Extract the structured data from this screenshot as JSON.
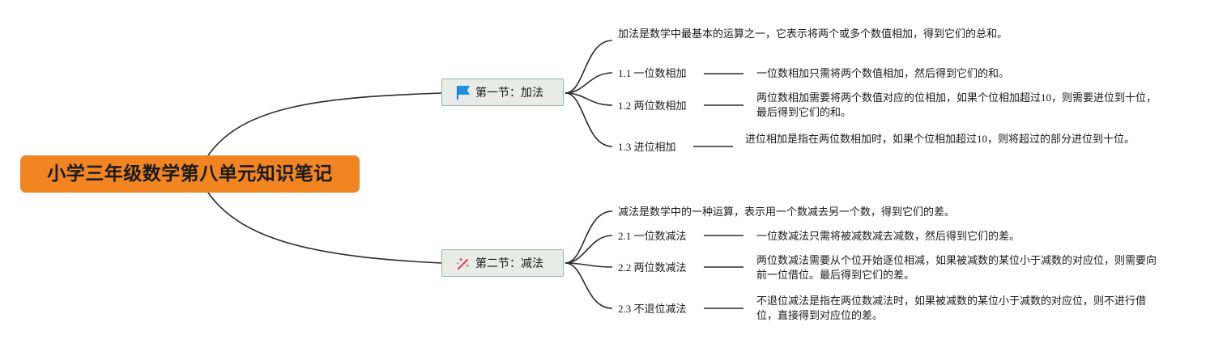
{
  "title": "小学三年级数学第八单元知识笔记",
  "sections": [
    {
      "label": "第一节：加法",
      "icon": "flag-icon",
      "intro": "加法是数学中最基本的运算之一，它表示将两个或多个数值相加，得到它们的总和。",
      "topics": [
        {
          "label": "1.1 一位数相加",
          "desc": "一位数相加只需将两个数值相加，然后得到它们的和。"
        },
        {
          "label": "1.2 两位数相加",
          "desc": "两位数相加需要将两个数值对应的位相加，如果个位相加超过10，则需要进位到十位，最后得到它们的和。"
        },
        {
          "label": "1.3 进位相加",
          "desc": "进位相加是指在两位数相加时，如果个位相加超过10，则将超过的部分进位到十位。"
        }
      ]
    },
    {
      "label": "第二节：减法",
      "icon": "sparkle-wand-icon",
      "intro": "减法是数学中的一种运算，表示用一个数减去另一个数，得到它们的差。",
      "topics": [
        {
          "label": "2.1 一位数减法",
          "desc": "一位数减法只需将被减数减去减数，然后得到它们的差。"
        },
        {
          "label": "2.2 两位数减法",
          "desc": "两位数减法需要从个位开始逐位相减，如果被减数的某位小于减数的对应位，则需要向前一位借位。最后得到它们的差。"
        },
        {
          "label": "2.3 不退位减法",
          "desc": "不退位减法是指在两位数减法时，如果被减数的某位小于减数的对应位，则不进行借位，直接得到对应位的差。"
        }
      ]
    }
  ]
}
